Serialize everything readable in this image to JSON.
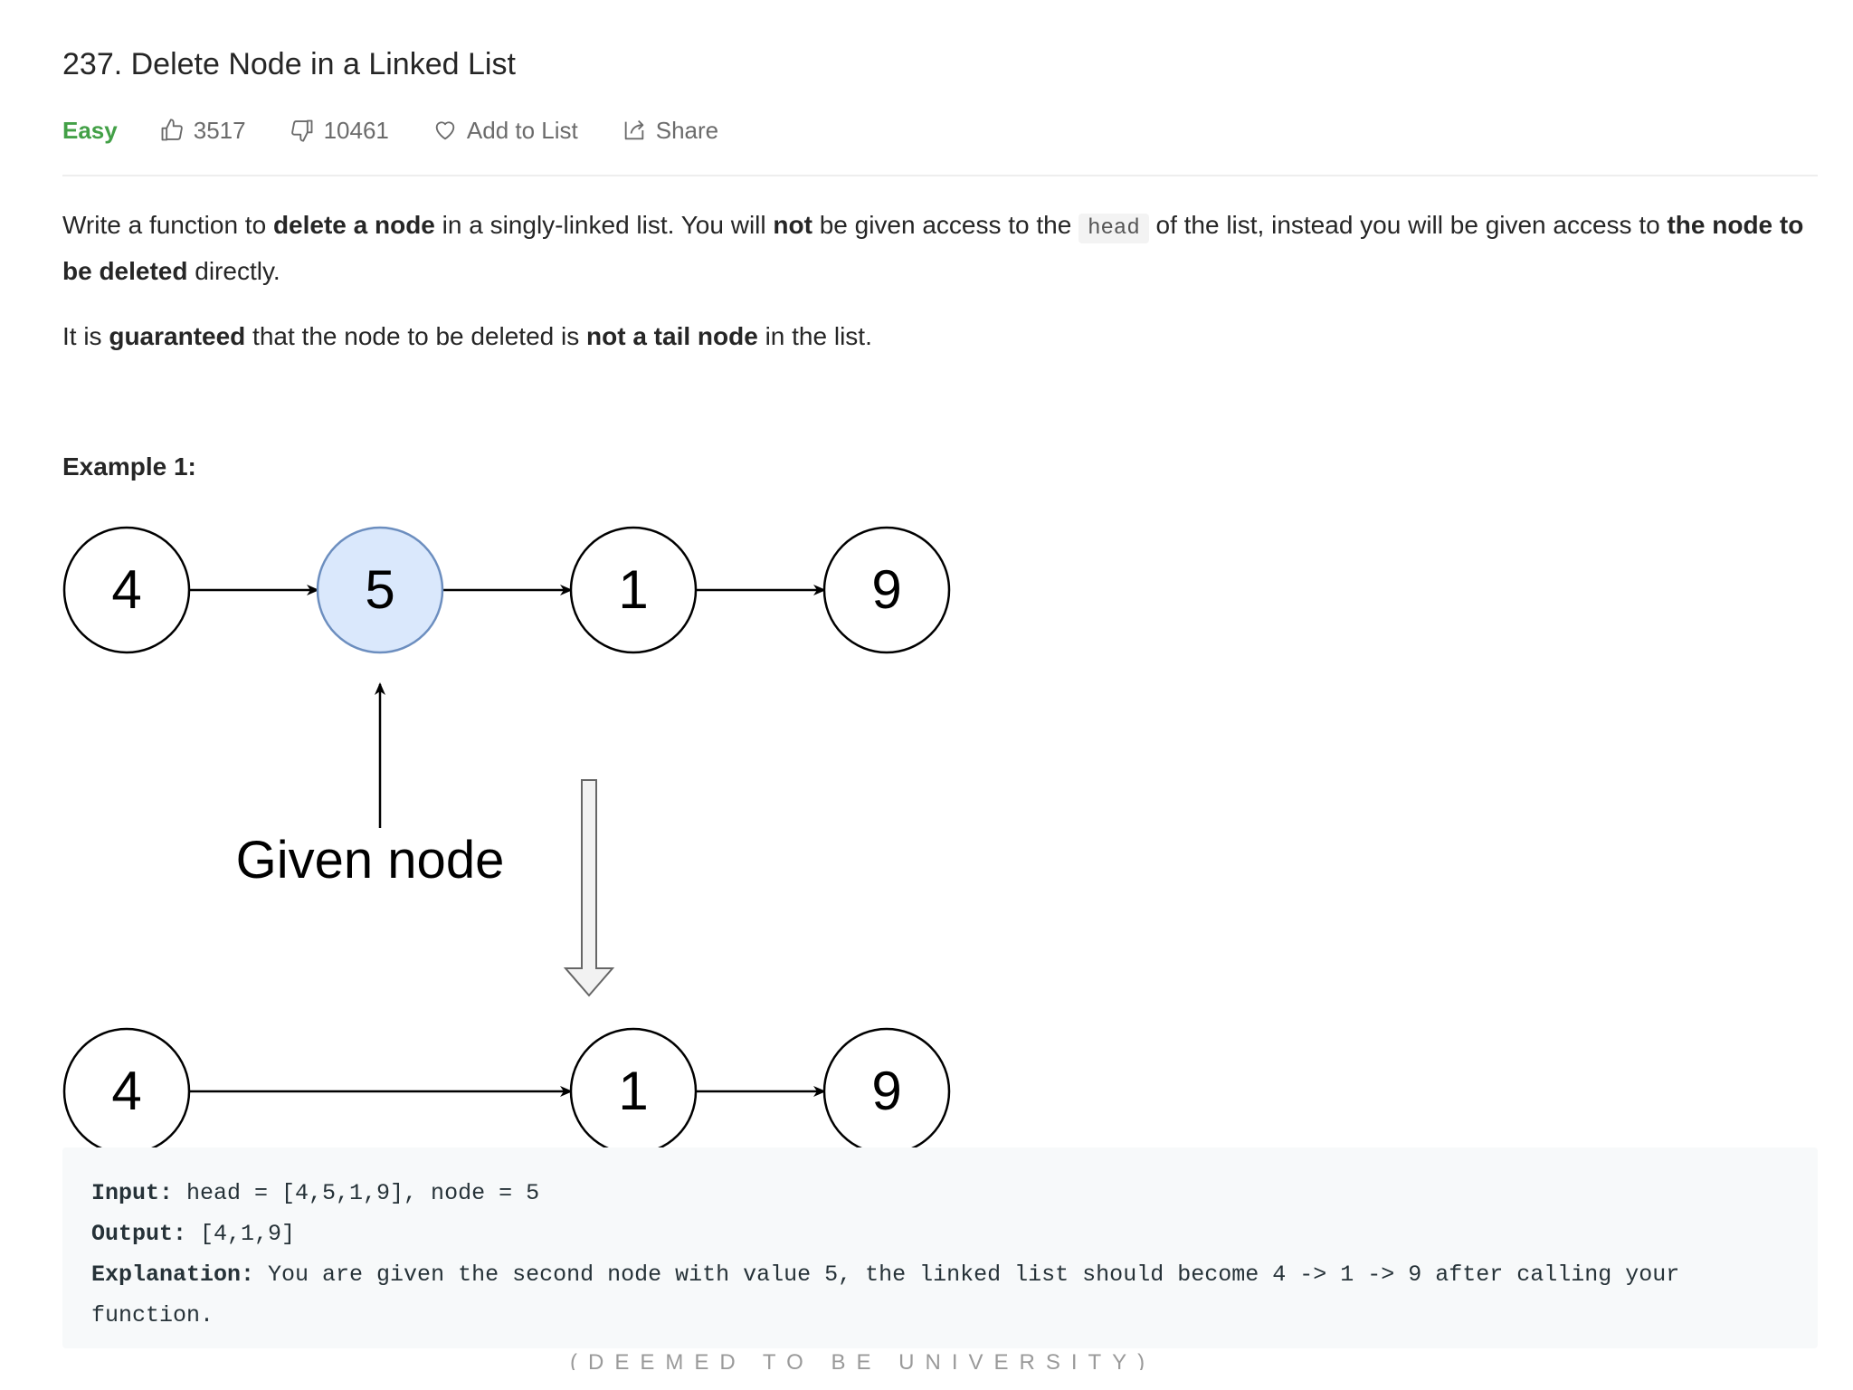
{
  "header": {
    "title": "237. Delete Node in a Linked List",
    "difficulty": "Easy",
    "likes": "3517",
    "dislikes": "10461",
    "add_to_list_label": "Add to List",
    "share_label": "Share",
    "difficulty_color": "#43a047"
  },
  "description": {
    "p1": {
      "t1": "Write a function to ",
      "b1": "delete a node",
      "t2": " in a singly-linked list. You will ",
      "b2": "not",
      "t3": " be given access to the ",
      "code": "head",
      "t4": " of the list, instead you will be given access to ",
      "b3": "the node to be deleted",
      "t5": " directly."
    },
    "p2": {
      "t1": "It is ",
      "b1": "guaranteed",
      "t2": " that the node to be deleted is ",
      "b2": "not a tail node",
      "t3": " in the list."
    }
  },
  "example": {
    "title": "Example 1:",
    "diagram": {
      "top_nodes": [
        "4",
        "5",
        "1",
        "9"
      ],
      "bottom_nodes": [
        "4",
        "1",
        "9"
      ],
      "pointer_label": "Given node",
      "highlight_fill": "#dae8fc",
      "highlight_stroke": "#6c8ebf"
    },
    "input_label": "Input:",
    "input_value": " head = [4,5,1,9], node = 5",
    "output_label": "Output:",
    "output_value": " [4,1,9]",
    "explanation_label": "Explanation:",
    "explanation_value": " You are given the second node with value 5, the linked list should become 4 -> 1 -> 9 after calling your",
    "explanation_cont": "function."
  },
  "footer": {
    "watermark_text": "(DEEMED TO BE  UNIVERSITY)"
  }
}
